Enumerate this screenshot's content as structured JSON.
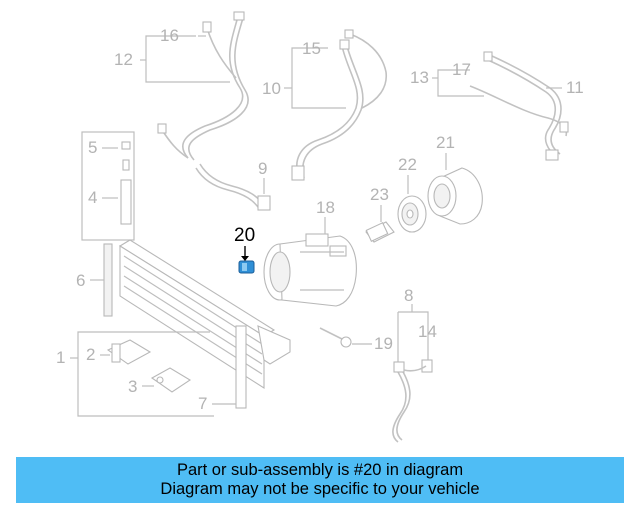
{
  "diagram": {
    "labels": {
      "c1": "1",
      "c2": "2",
      "c3": "3",
      "c4": "4",
      "c5": "5",
      "c6": "6",
      "c7": "7",
      "c8": "8",
      "c9": "9",
      "c10": "10",
      "c11": "11",
      "c12": "12",
      "c13": "13",
      "c14": "14",
      "c15": "15",
      "c16": "16",
      "c17": "17",
      "c18": "18",
      "c19": "19",
      "c20": "20",
      "c21": "21",
      "c22": "22",
      "c23": "23"
    },
    "highlighted_callout": "20",
    "colors": {
      "highlight_part": "#2f8fd6",
      "faded_parts": "#bdbdbd",
      "banner": "#4fbdf5"
    }
  },
  "banner": {
    "line1": "Part or sub-assembly is #20 in diagram",
    "line2": "Diagram may not be specific to your vehicle"
  }
}
